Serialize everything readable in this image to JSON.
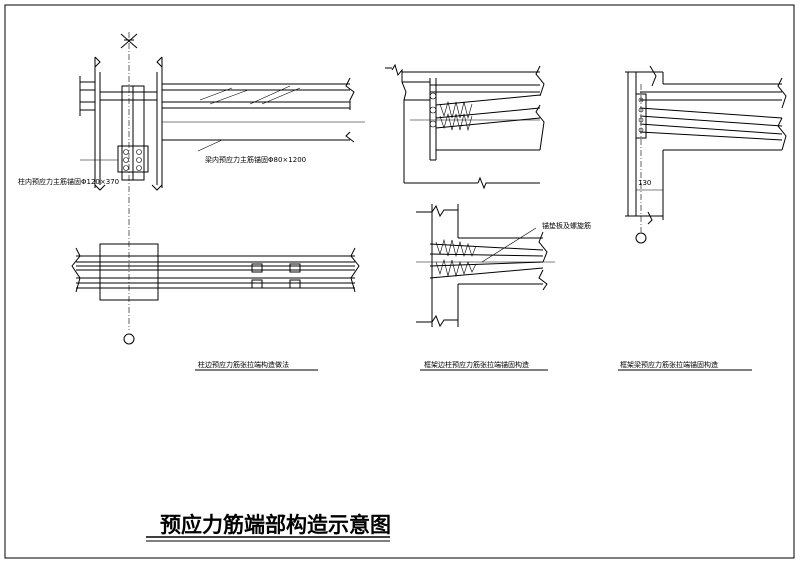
{
  "drawing": {
    "title": "预应力筋端部构造示意图",
    "details": [
      {
        "id": "detail-1",
        "caption": "柱边预应力筋张拉端构造做法"
      },
      {
        "id": "detail-2",
        "caption": "框架边柱预应力筋张拉端锚固构造"
      },
      {
        "id": "detail-3",
        "caption": "框架梁预应力筋张拉端锚固构造"
      }
    ],
    "annotations": {
      "column_callout": "柱内预应力主筋锚固Φ120×370",
      "beam_callout": "梁内预应力主筋锚固Φ80×1200",
      "anchor_callout": "锚垫板及螺旋筋",
      "dim_130": "130"
    }
  }
}
